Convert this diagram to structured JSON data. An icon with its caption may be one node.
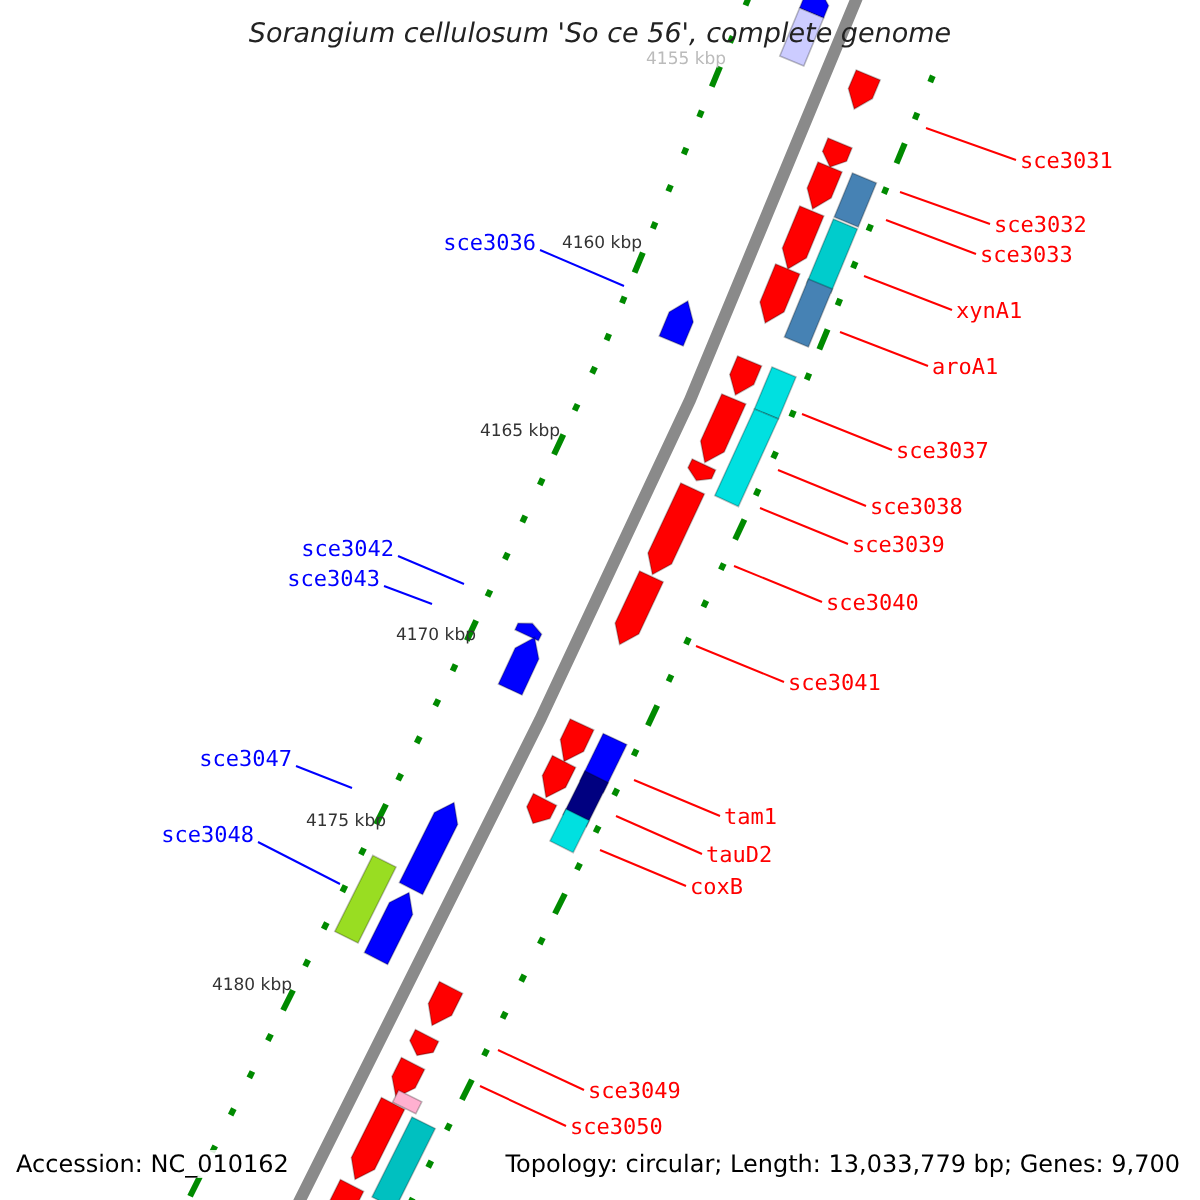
{
  "diagram": {
    "title": "Sorangium cellulosum 'So ce 56', complete genome",
    "nodes": [
      {
        "text": [
          "sce3031"
        ]
      },
      {
        "text": [
          "sce3032"
        ]
      },
      {
        "text": [
          "sce3036"
        ]
      },
      {
        "text": [
          "sce3033"
        ]
      },
      {
        "text": [
          "xynA1"
        ]
      },
      {
        "text": [
          "aroA1"
        ]
      },
      {
        "text": [
          "sce3037"
        ]
      },
      {
        "text": [
          "sce3038"
        ]
      },
      {
        "text": [
          "sce3039"
        ]
      },
      {
        "text": [
          "sce3042"
        ]
      },
      {
        "text": [
          "sce3043"
        ]
      },
      {
        "text": [
          "sce3040"
        ]
      },
      {
        "text": [
          "sce3041"
        ]
      },
      {
        "text": [
          "sce3047"
        ]
      },
      {
        "text": [
          "tam1"
        ]
      },
      {
        "text": [
          "sce3048"
        ]
      },
      {
        "text": [
          "tauD2"
        ]
      },
      {
        "text": [
          "coxB"
        ]
      },
      {
        "text": [
          "sce3049"
        ]
      },
      {
        "text": [
          "sce3050"
        ]
      }
    ],
    "edges": [
      {
        "from": 0,
        "to": null,
        "arrow": "none"
      },
      {
        "from": 1,
        "to": null,
        "arrow": "none"
      },
      {
        "from": 2,
        "to": null,
        "arrow": "none",
        "color": "#0000ff"
      },
      {
        "from": 3,
        "to": null,
        "arrow": "none"
      },
      {
        "from": 4,
        "to": null,
        "arrow": "none"
      },
      {
        "from": 5,
        "to": null,
        "arrow": "none"
      },
      {
        "from": 6,
        "to": null,
        "arrow": "none"
      },
      {
        "from": 7,
        "to": null,
        "arrow": "none"
      },
      {
        "from": 8,
        "to": null,
        "arrow": "none"
      },
      {
        "from": 9,
        "to": null,
        "arrow": "none",
        "color": "#0000ff"
      },
      {
        "from": 10,
        "to": null,
        "arrow": "none",
        "color": "#0000ff"
      },
      {
        "from": 11,
        "to": null,
        "arrow": "none"
      },
      {
        "from": 12,
        "to": null,
        "arrow": "none"
      },
      {
        "from": 13,
        "to": null,
        "arrow": "none",
        "color": "#0000ff"
      },
      {
        "from": 14,
        "to": null,
        "arrow": "none"
      },
      {
        "from": 15,
        "to": null,
        "arrow": "none",
        "color": "#0000ff"
      },
      {
        "from": 16,
        "to": null,
        "arrow": "none"
      },
      {
        "from": 17,
        "to": null,
        "arrow": "none"
      },
      {
        "from": 18,
        "to": null,
        "arrow": "none"
      },
      {
        "from": 19,
        "to": null,
        "arrow": "none"
      }
    ],
    "labels": [
      "4155 kbp",
      "4160 kbp",
      "4165 kbp",
      "4170 kbp",
      "4175 kbp",
      "4180 kbp",
      "Accession: NC_010162",
      "Topology: circular; Length: 13,033,779 bp; Genes: 9,700"
    ]
  }
}
